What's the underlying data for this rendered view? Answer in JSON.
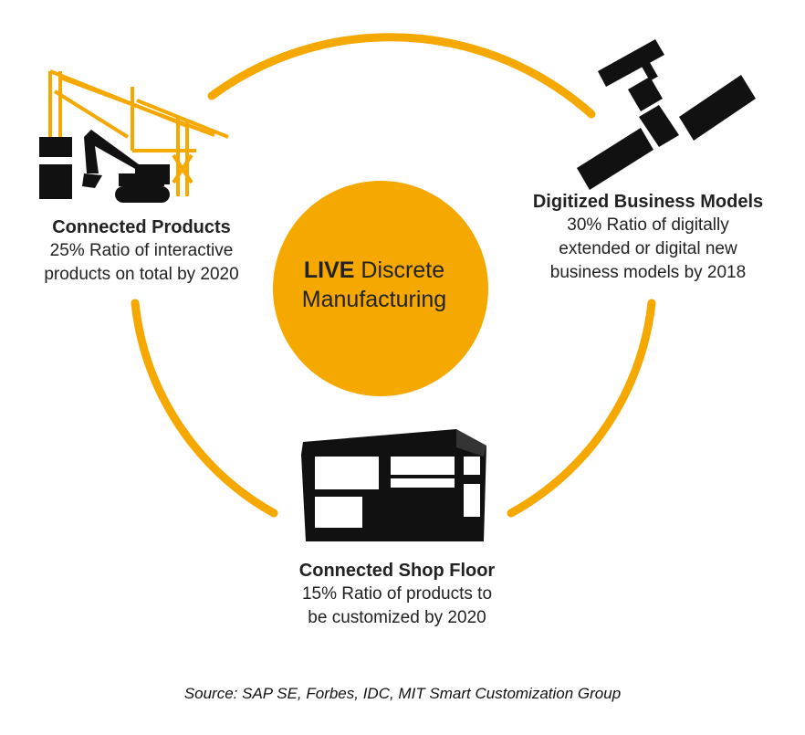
{
  "center": {
    "bold": "LIVE",
    "rest_line1": "Discrete",
    "line2": "Manufacturing"
  },
  "connected_products": {
    "title": "Connected Products",
    "line1": "25% Ratio of interactive",
    "line2": "products on total by 2020"
  },
  "digitized_business_models": {
    "title": "Digitized Business Models",
    "line1": "30% Ratio of digitally",
    "line2": "extended or digital new",
    "line3": "business models by 2018"
  },
  "connected_shop_floor": {
    "title": "Connected Shop Floor",
    "line1": "15% Ratio of products to",
    "line2": "be customized by 2020"
  },
  "source": "Source: SAP SE, Forbes, IDC, MIT Smart Customization Group",
  "colors": {
    "accent": "#F5A800",
    "icon": "#111111"
  },
  "icons": [
    "crane-excavator-icon",
    "satellite-icon",
    "building-icon"
  ]
}
